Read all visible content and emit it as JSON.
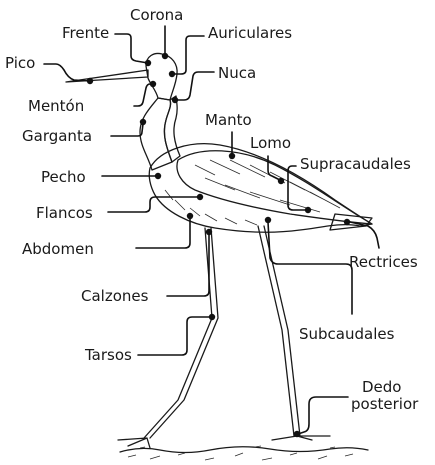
{
  "labels": {
    "corona": "Corona",
    "frente": "Frente",
    "auriculares": "Auriculares",
    "pico": "Pico",
    "nuca": "Nuca",
    "menton": "Mentón",
    "manto": "Manto",
    "garganta": "Garganta",
    "lomo": "Lomo",
    "supracaudales": "Supracaudales",
    "pecho": "Pecho",
    "flancos": "Flancos",
    "abdomen": "Abdomen",
    "rectrices": "Rectrices",
    "calzones": "Calzones",
    "subcaudales": "Subcaudales",
    "tarsos": "Tarsos",
    "dedo_posterior_line1": "Dedo",
    "dedo_posterior_line2": "posterior"
  }
}
